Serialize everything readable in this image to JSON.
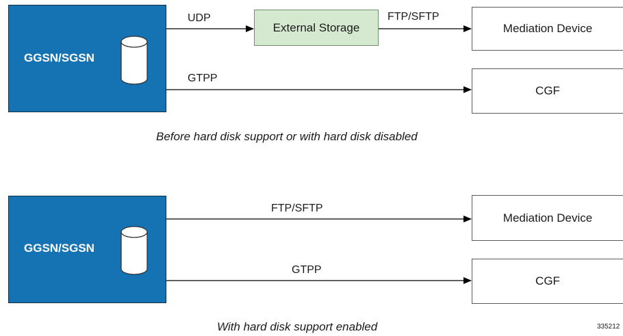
{
  "diagram_top": {
    "source_label": "GGSN/SGSN",
    "storage_label": "External Storage",
    "mediation_label": "Mediation Device",
    "cgf_label": "CGF",
    "edge_udp": "UDP",
    "edge_ftp": "FTP/SFTP",
    "edge_gtpp": "GTPP",
    "caption": "Before hard disk support or with hard disk disabled"
  },
  "diagram_bottom": {
    "source_label": "GGSN/SGSN",
    "mediation_label": "Mediation Device",
    "cgf_label": "CGF",
    "edge_ftp": "FTP/SFTP",
    "edge_gtpp": "GTPP",
    "caption": "With hard disk support enabled"
  },
  "figure_id": "335212",
  "colors": {
    "source_fill": "#1673b3",
    "storage_fill": "#d4e9cf",
    "line": "#000000"
  }
}
